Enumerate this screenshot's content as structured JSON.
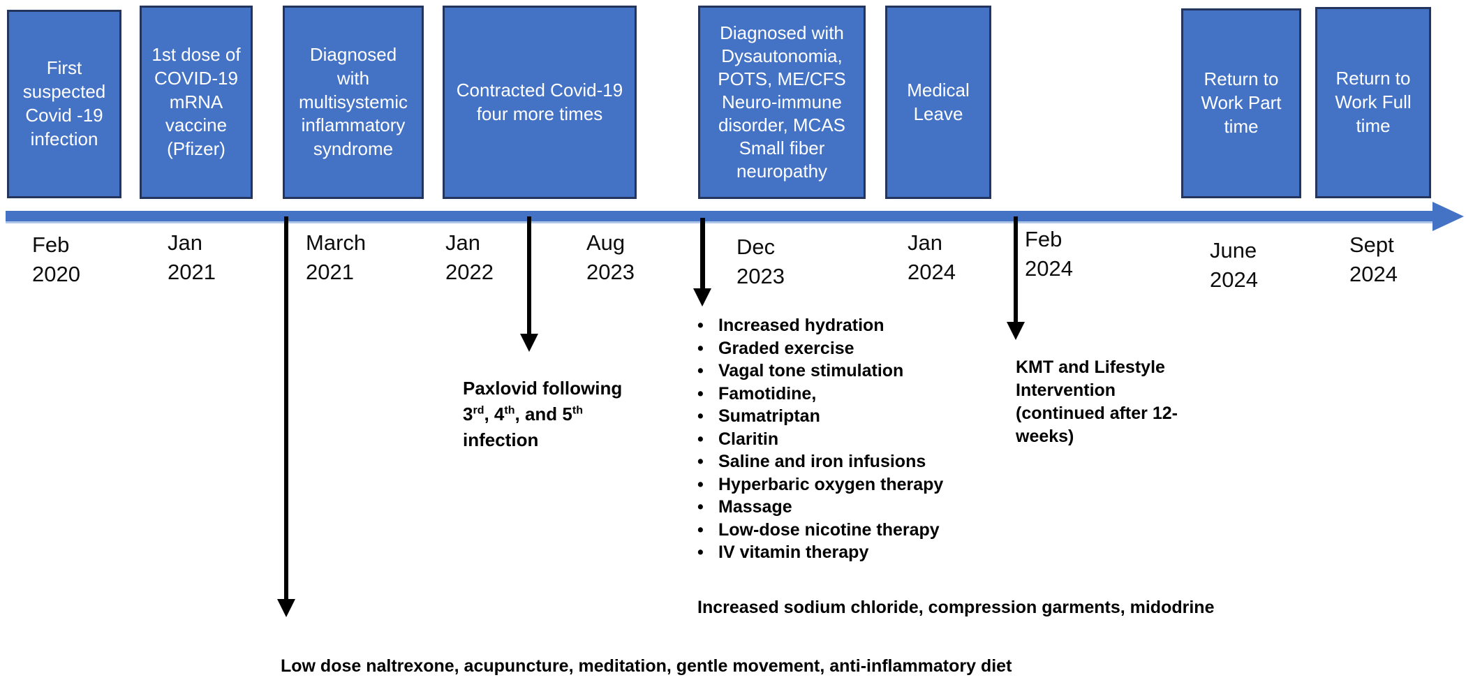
{
  "events": [
    {
      "label": "First suspected Covid -19 infection"
    },
    {
      "label": "1st dose of COVID-19 mRNA vaccine (Pfizer)"
    },
    {
      "label": "Diagnosed with multisystemic inflammatory syndrome"
    },
    {
      "label": "Contracted Covid-19 four more times"
    },
    {
      "label": "Diagnosed with Dysautonomia, POTS, ME/CFS Neuro-immune disorder, MCAS Small fiber neuropathy"
    },
    {
      "label": "Medical Leave"
    },
    {
      "label": "Return to Work Part time"
    },
    {
      "label": "Return to Work Full time"
    }
  ],
  "dates": [
    {
      "month": "Feb",
      "year": "2020"
    },
    {
      "month": "Jan",
      "year": "2021"
    },
    {
      "month": "March",
      "year": "2021"
    },
    {
      "month": "Jan",
      "year": "2022"
    },
    {
      "month": "Aug",
      "year": "2023"
    },
    {
      "month": "Dec",
      "year": "2023"
    },
    {
      "month": "Jan",
      "year": "2024"
    },
    {
      "month": "Feb",
      "year": "2024"
    },
    {
      "month": "June",
      "year": "2024"
    },
    {
      "month": "Sept",
      "year": "2024"
    }
  ],
  "annotations": {
    "paxlovid": {
      "line1": "Paxlovid following",
      "ordinal_parts": [
        "3",
        "rd",
        ", 4",
        "th",
        ", and 5",
        "th"
      ],
      "line3": "infection"
    },
    "interventions": {
      "bullet_char": "•",
      "items": [
        "Increased hydration",
        "Graded exercise",
        "Vagal tone stimulation",
        "Famotidine,",
        "Sumatriptan",
        "Claritin",
        "Saline and iron infusions",
        "Hyperbaric oxygen therapy",
        "Massage",
        "Low-dose nicotine therapy",
        "IV vitamin therapy"
      ]
    },
    "sodium_line": "Increased sodium chloride, compression garments, midodrine",
    "kmt": {
      "lines": [
        "KMT and Lifestyle",
        "Intervention",
        "(continued after 12-",
        "weeks)"
      ]
    },
    "naltrexone_line": "Low dose naltrexone, acupuncture, meditation, gentle movement, anti-inflammatory diet"
  },
  "colors": {
    "box_fill": "#4472C4",
    "box_border": "#24355d",
    "timeline": "#4472C4",
    "annotation_text": "#000000"
  }
}
